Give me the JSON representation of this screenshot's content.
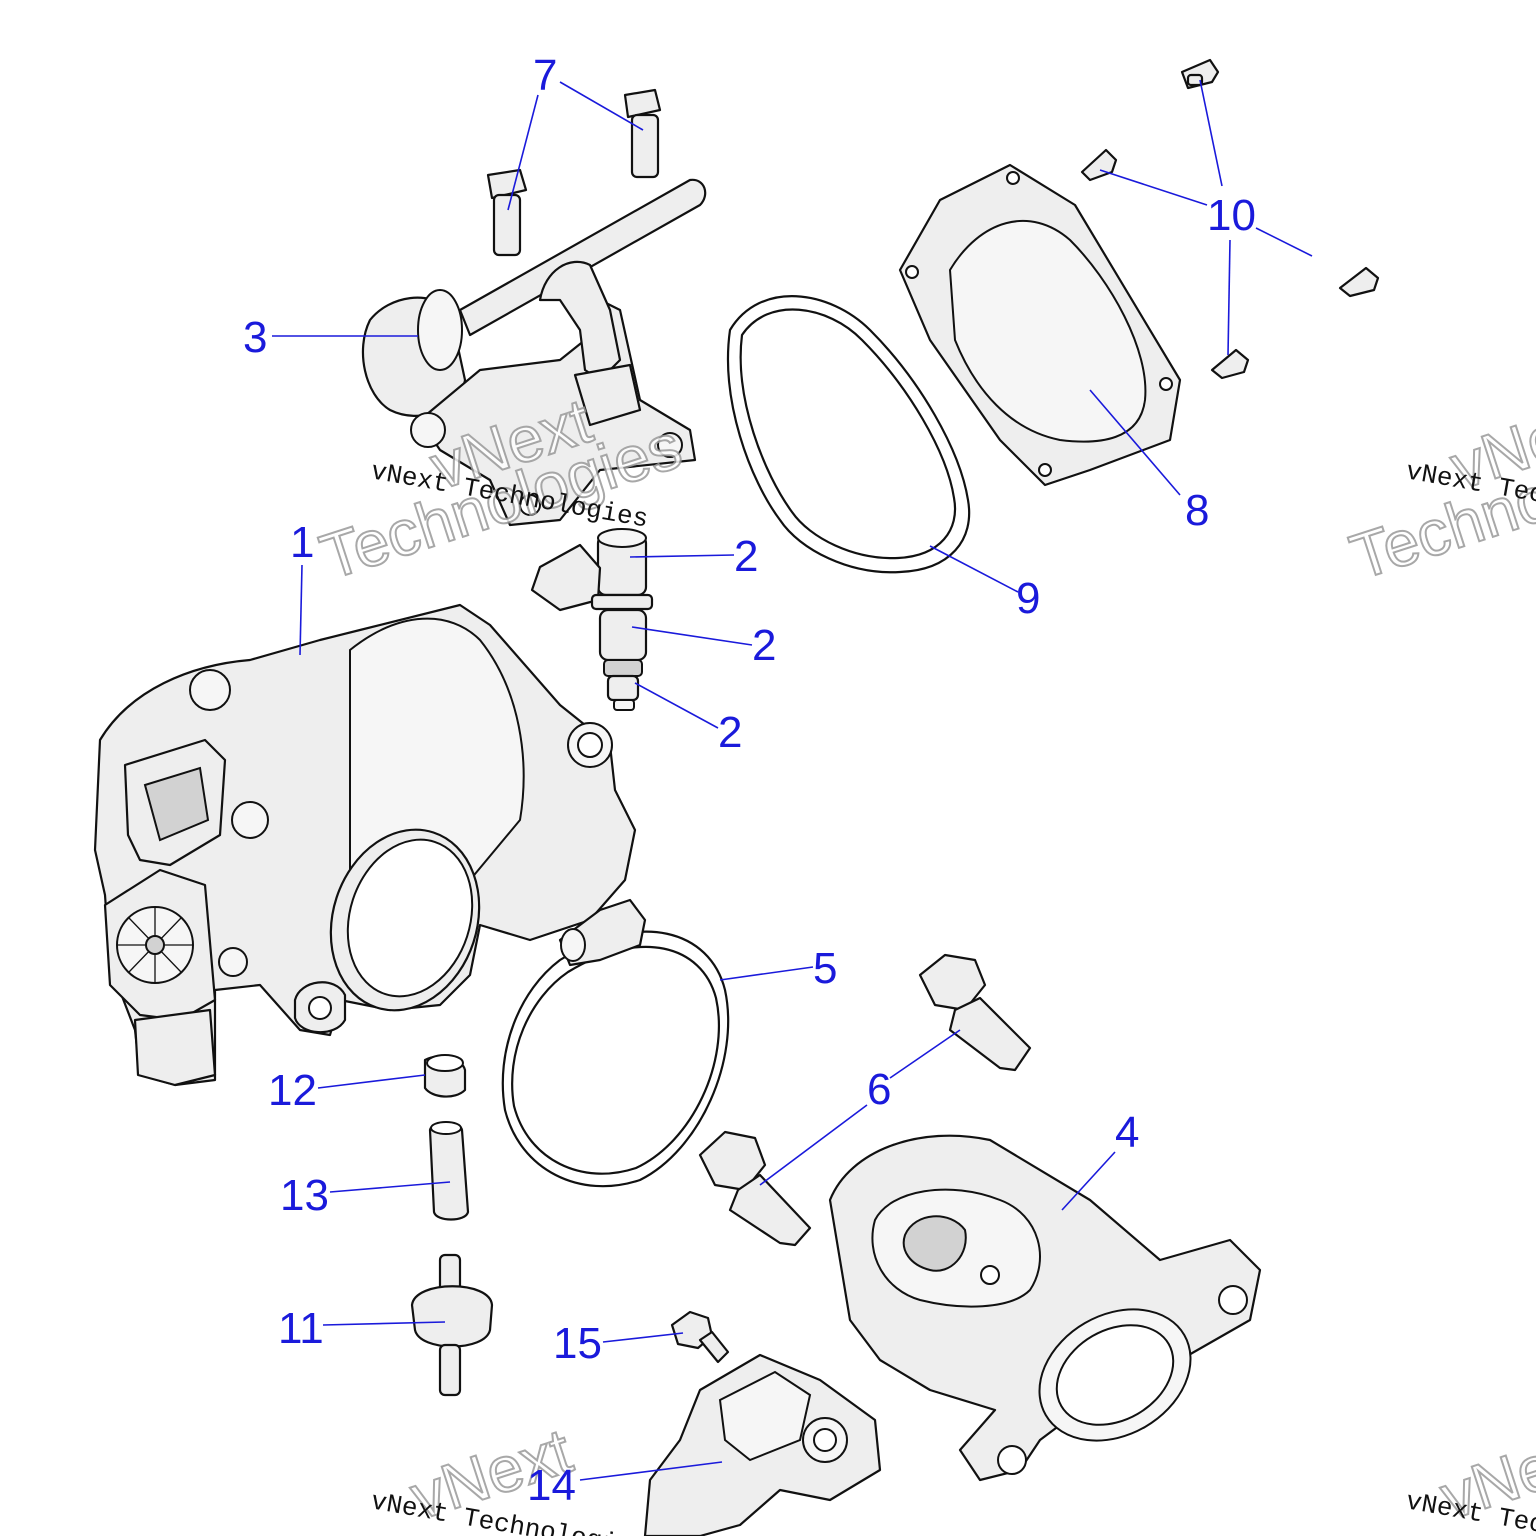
{
  "watermark": {
    "caption": "vNext Technologies",
    "big_line1": "vNext",
    "big_line2": "Technologies"
  },
  "callouts": [
    {
      "label": "1"
    },
    {
      "label": "2"
    },
    {
      "label": "2"
    },
    {
      "label": "2"
    },
    {
      "label": "3"
    },
    {
      "label": "4"
    },
    {
      "label": "5"
    },
    {
      "label": "6"
    },
    {
      "label": "7"
    },
    {
      "label": "8"
    },
    {
      "label": "9"
    },
    {
      "label": "10"
    },
    {
      "label": "11"
    },
    {
      "label": "12"
    },
    {
      "label": "13"
    },
    {
      "label": "14"
    },
    {
      "label": "15"
    }
  ],
  "colors": {
    "callout": "#1a1adb",
    "line_art": "#111111",
    "part_fill": "#eeeeee"
  }
}
